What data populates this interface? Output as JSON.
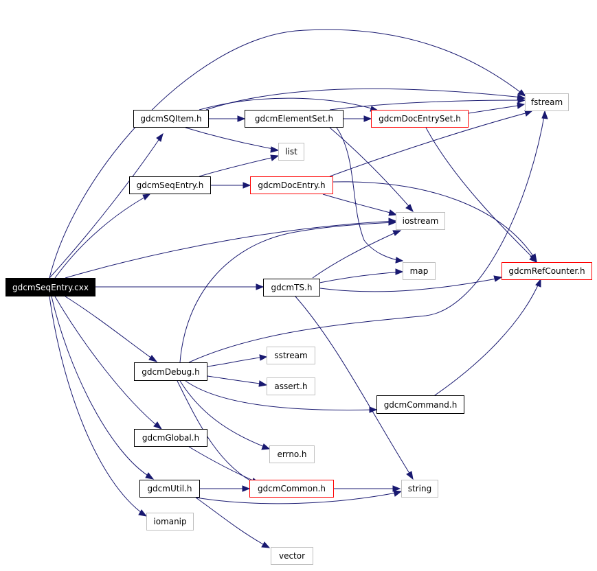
{
  "colors": {
    "edge": "#191970",
    "project_border": "#000000",
    "system_border": "#bfbfbf",
    "truncated_border": "#ff0000",
    "root_fill": "#000000",
    "root_text": "#ffffff"
  },
  "nodes": {
    "root": "gdcmSeqEntry.cxx",
    "sqitem": "gdcmSQItem.h",
    "elementset": "gdcmElementSet.h",
    "docentryset": "gdcmDocEntrySet.h",
    "fstream": "fstream",
    "list": "list",
    "seqentry": "gdcmSeqEntry.h",
    "docentry": "gdcmDocEntry.h",
    "iostream": "iostream",
    "map": "map",
    "refcounter": "gdcmRefCounter.h",
    "ts": "gdcmTS.h",
    "sstream": "sstream",
    "debug": "gdcmDebug.h",
    "asserth": "assert.h",
    "command": "gdcmCommand.h",
    "global": "gdcmGlobal.h",
    "errno": "errno.h",
    "util": "gdcmUtil.h",
    "common": "gdcmCommon.h",
    "string": "string",
    "iomanip": "iomanip",
    "vector": "vector"
  },
  "edges": [
    [
      "root",
      "fstream"
    ],
    [
      "root",
      "sqitem"
    ],
    [
      "root",
      "seqentry"
    ],
    [
      "root",
      "iostream"
    ],
    [
      "root",
      "ts"
    ],
    [
      "root",
      "debug"
    ],
    [
      "root",
      "global"
    ],
    [
      "root",
      "util"
    ],
    [
      "root",
      "iomanip"
    ],
    [
      "sqitem",
      "fstream"
    ],
    [
      "sqitem",
      "elementset"
    ],
    [
      "sqitem",
      "docentryset"
    ],
    [
      "sqitem",
      "list"
    ],
    [
      "elementset",
      "docentryset"
    ],
    [
      "elementset",
      "fstream"
    ],
    [
      "elementset",
      "iostream"
    ],
    [
      "elementset",
      "map"
    ],
    [
      "docentryset",
      "fstream"
    ],
    [
      "docentryset",
      "refcounter"
    ],
    [
      "seqentry",
      "list"
    ],
    [
      "seqentry",
      "docentry"
    ],
    [
      "docentry",
      "fstream"
    ],
    [
      "docentry",
      "iostream"
    ],
    [
      "docentry",
      "refcounter"
    ],
    [
      "ts",
      "iostream"
    ],
    [
      "ts",
      "map"
    ],
    [
      "ts",
      "refcounter"
    ],
    [
      "ts",
      "string"
    ],
    [
      "debug",
      "iostream"
    ],
    [
      "debug",
      "fstream"
    ],
    [
      "debug",
      "sstream"
    ],
    [
      "debug",
      "asserth"
    ],
    [
      "debug",
      "command"
    ],
    [
      "debug",
      "errno"
    ],
    [
      "debug",
      "common"
    ],
    [
      "command",
      "refcounter"
    ],
    [
      "global",
      "common"
    ],
    [
      "util",
      "common"
    ],
    [
      "util",
      "string"
    ],
    [
      "util",
      "vector"
    ],
    [
      "common",
      "string"
    ]
  ]
}
